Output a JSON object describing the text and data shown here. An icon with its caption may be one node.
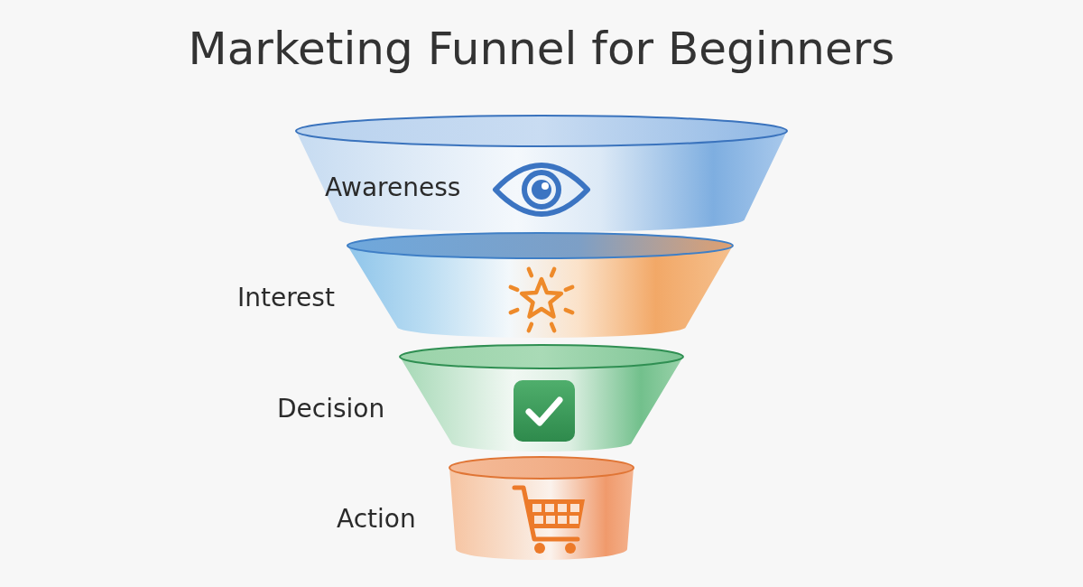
{
  "diagram": {
    "title": "Marketing Funnel for Beginners",
    "nodes": [
      {
        "text": [
          "Awareness"
        ]
      },
      {
        "text": [
          "Interest"
        ]
      },
      {
        "text": [
          "Decision"
        ]
      },
      {
        "text": [
          "Action"
        ]
      }
    ]
  }
}
